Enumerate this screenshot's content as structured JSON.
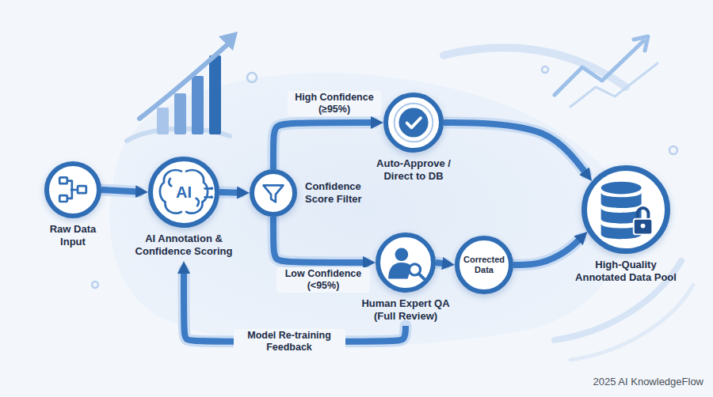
{
  "diagram": {
    "nodes": [
      {
        "text": [
          "Raw Data Input"
        ]
      },
      {
        "text": [
          "AI Annotation & Confidence Scoring"
        ]
      },
      {
        "text": [
          "Confidence Score Filter"
        ]
      },
      {
        "text": [
          "Auto-Approve / Direct to DB"
        ]
      },
      {
        "text": [
          "Human Expert QA (Full Review)"
        ]
      },
      {
        "text": [
          "Corrected Data"
        ]
      },
      {
        "text": [
          "High-Quality Annotated Data Pool"
        ]
      }
    ],
    "edges": [
      {
        "from": 0,
        "to": 1,
        "arrow": "to"
      },
      {
        "from": 1,
        "to": 2,
        "arrow": "to"
      },
      {
        "from": 2,
        "to": 3,
        "label": "High Confidence (≥95%)",
        "arrow": "to"
      },
      {
        "from": 2,
        "to": 4,
        "label": "Low Confidence (<95%)",
        "arrow": "to"
      },
      {
        "from": 3,
        "to": 6,
        "arrow": "to"
      },
      {
        "from": 4,
        "to": 5,
        "arrow": "to"
      },
      {
        "from": 5,
        "to": 6,
        "arrow": "to"
      },
      {
        "from": 4,
        "to": 1,
        "label": "Model Re-training Feedback",
        "arrow": "to"
      }
    ],
    "labels": [
      "AI",
      "2025 AI KnowledgeFlow"
    ]
  }
}
